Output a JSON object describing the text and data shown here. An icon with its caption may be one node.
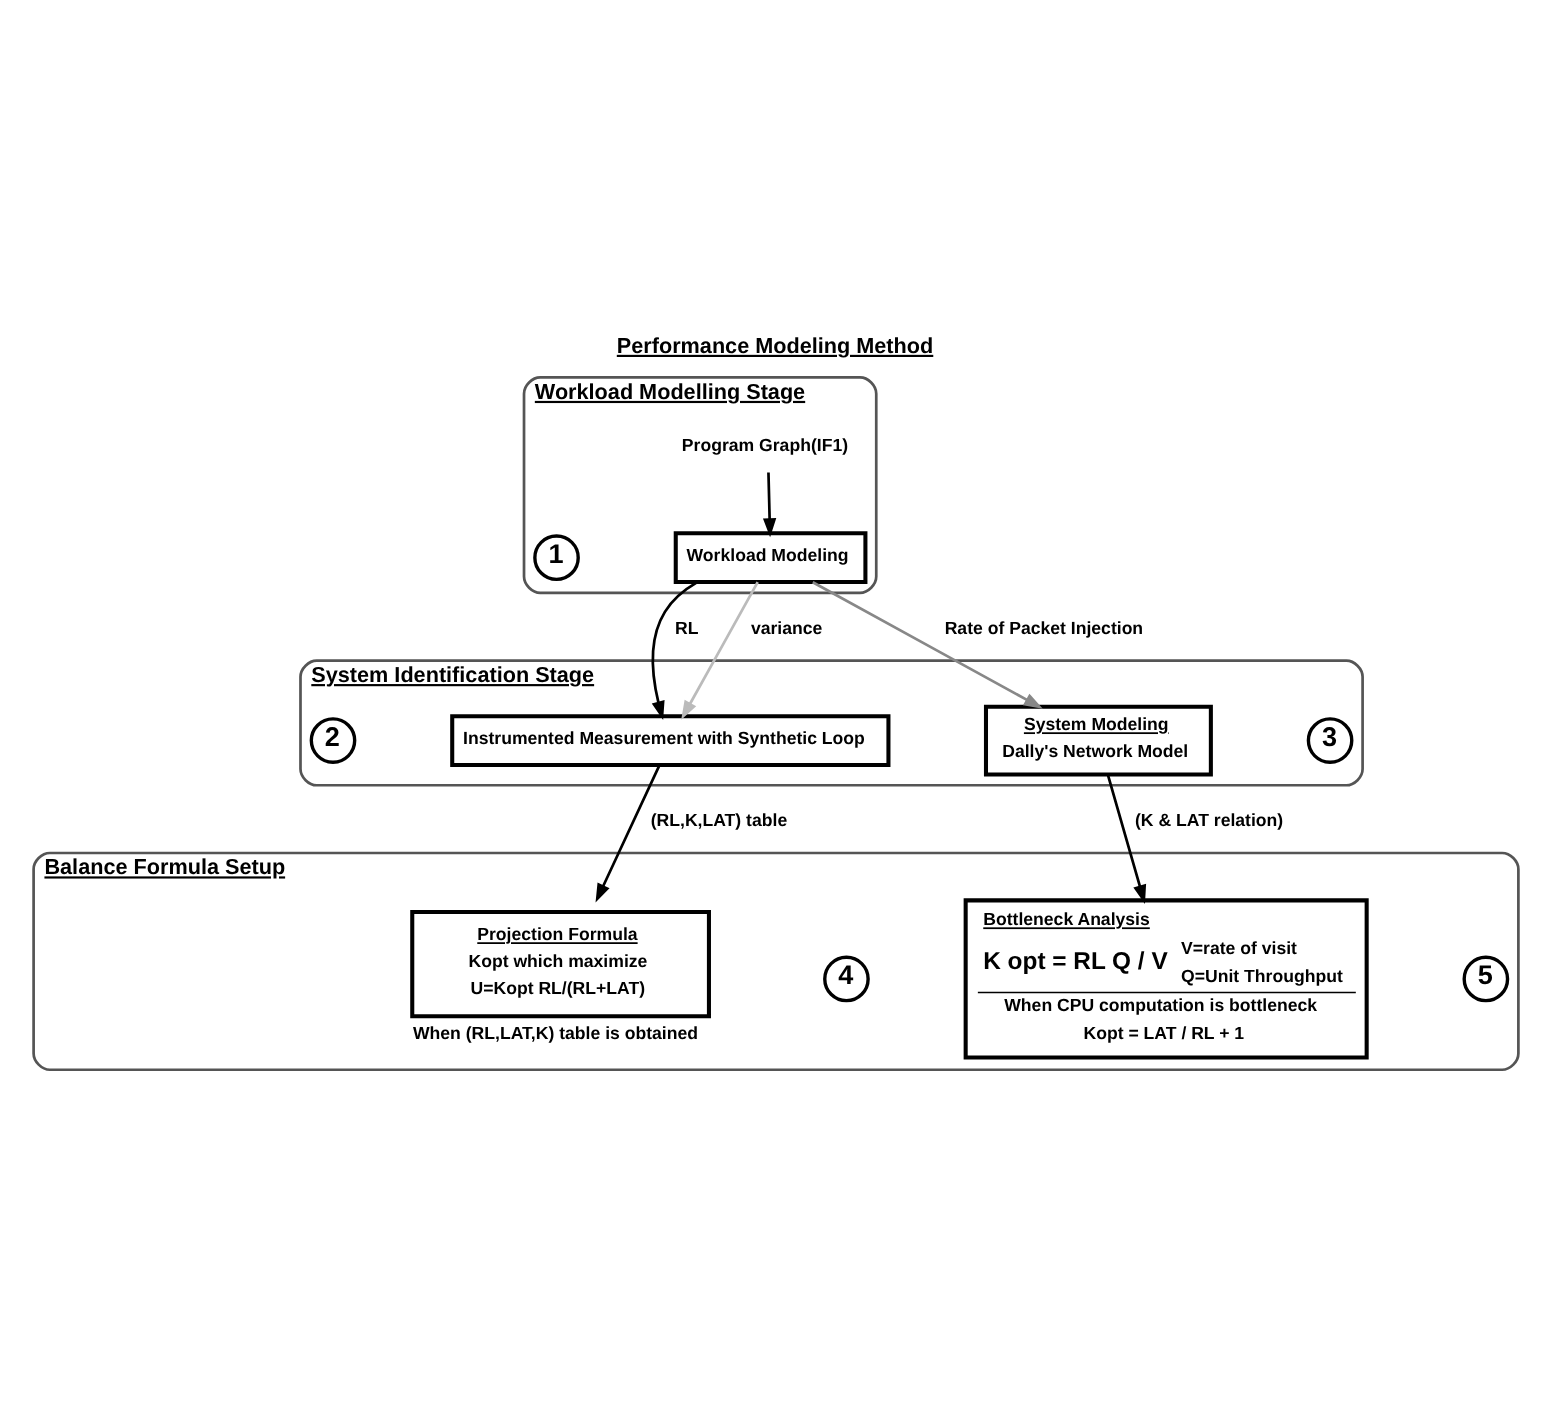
{
  "diagram": {
    "title": "Performance Modeling Method",
    "nodes": [
      {
        "text": [
          "Workload Modelling Stage"
        ]
      },
      {
        "text": [
          "Program Graph(IF1)"
        ],
        "in": 0
      },
      {
        "text": [
          "Workload Modeling"
        ],
        "in": 0
      },
      {
        "text": [
          "1"
        ],
        "in": 0
      },
      {
        "text": [
          "System Identification Stage"
        ]
      },
      {
        "text": [
          "2"
        ],
        "in": 4
      },
      {
        "text": [
          "Instrumented Measurement with Synthetic Loop"
        ],
        "in": 4
      },
      {
        "text": [
          "System Modeling",
          "Dally's Network Model"
        ],
        "in": 4
      },
      {
        "text": [
          "3"
        ],
        "in": 4
      },
      {
        "text": [
          "Balance Formula Setup"
        ]
      },
      {
        "text": [
          "Projection Formula",
          "Kopt which maximize",
          "U=Kopt RL/(RL+LAT)"
        ],
        "beside": [
          "When (RL,LAT,K) table is obtained"
        ],
        "in": 9
      },
      {
        "text": [
          "4"
        ],
        "in": 9
      },
      {
        "text": [
          "Bottleneck Analysis",
          "K opt = RL Q / V",
          "V=rate of visit",
          "Q=Unit Throughput",
          "When CPU computation is bottleneck",
          "Kopt = LAT / RL + 1"
        ],
        "in": 9
      },
      {
        "text": [
          "5"
        ],
        "in": 9
      }
    ],
    "edges": [
      {
        "from": 1,
        "to": 2,
        "arrow": "to"
      },
      {
        "from": 2,
        "to": 6,
        "arrow": "to",
        "label": "RL"
      },
      {
        "from": 2,
        "to": 6,
        "arrow": "to",
        "label": "variance",
        "color": "#bbbbbb"
      },
      {
        "from": 2,
        "to": 7,
        "arrow": "to",
        "label": "Rate of Packet Injection",
        "color": "#888888"
      },
      {
        "from": 6,
        "to": 10,
        "arrow": "to",
        "label": "(RL,K,LAT) table"
      },
      {
        "from": 7,
        "to": 12,
        "arrow": "to",
        "label": "(K & LAT relation)"
      }
    ]
  }
}
